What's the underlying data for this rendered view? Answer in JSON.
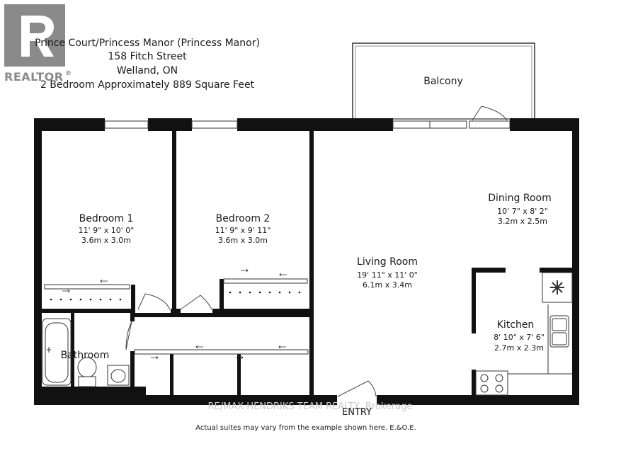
{
  "header": {
    "line1": "Prince Court/Princess Manor (Princess Manor)",
    "line2": "158 Fitch Street",
    "line3": "Welland, ON",
    "line4": "2 Bedroom Approximately 889 Square Feet"
  },
  "logo": {
    "text": "REALTOR",
    "mark": "®"
  },
  "rooms": {
    "balcony": {
      "name": "Balcony"
    },
    "bedroom1": {
      "name": "Bedroom 1",
      "dim_imperial": "11' 9\" x 10' 0\"",
      "dim_metric": "3.6m x 3.0m"
    },
    "bedroom2": {
      "name": "Bedroom 2",
      "dim_imperial": "11' 9\" x 9' 11\"",
      "dim_metric": "3.6m x 3.0m"
    },
    "living": {
      "name": "Living Room",
      "dim_imperial": "19' 11\" x 11' 0\"",
      "dim_metric": "6.1m x 3.4m"
    },
    "dining": {
      "name": "Dining Room",
      "dim_imperial": "10' 7\" x 8' 2\"",
      "dim_metric": "3.2m x 2.5m"
    },
    "kitchen": {
      "name": "Kitchen",
      "dim_imperial": "8' 10\" x 7' 6\"",
      "dim_metric": "2.7m x 2.3m"
    },
    "bathroom": {
      "name": "Bathroom"
    }
  },
  "entry_label": "ENTRY",
  "brokerage_watermark": "RE/MAX  HENDRIKS TEAM REALTY, Brokerage",
  "disclaimer": "Actual suites may vary from the example shown here. E.&O.E.",
  "colors": {
    "wall": "#111111",
    "line": "#333333",
    "logo": "#8a8a8a"
  }
}
